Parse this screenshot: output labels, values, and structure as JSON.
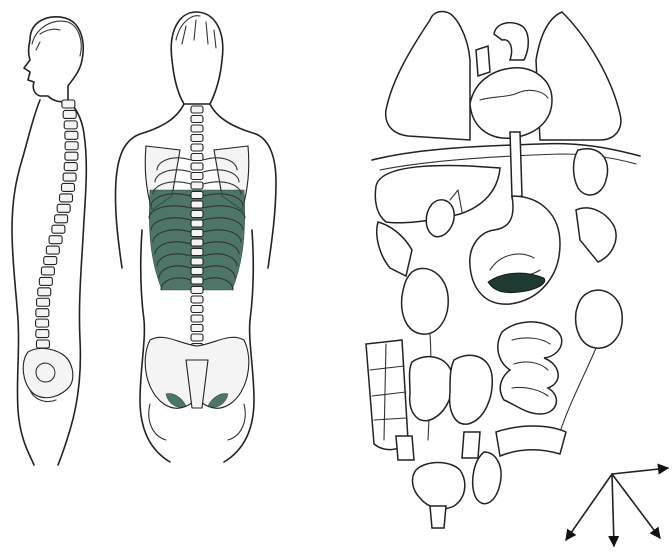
{
  "figures": {
    "spine_side": {
      "label": "spine-lateral-view"
    },
    "spine_back": {
      "label": "spine-posterior-view"
    },
    "organs": {
      "label": "organ-outlines"
    },
    "arrows": {
      "label": "direction-arrows"
    }
  },
  "colors": {
    "line": "#222222",
    "muscle": "#2f5f4f",
    "background": "#ffffff"
  }
}
